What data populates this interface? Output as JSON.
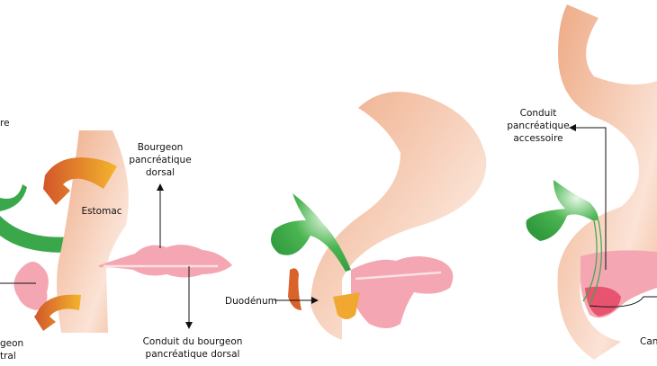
{
  "labels": {
    "left_top_partial": "re",
    "bourgeon_dorsal": [
      "Bourgeon",
      "pancréatique",
      "dorsal"
    ],
    "estomac": "Estomac",
    "conduit_dorsal": [
      "Conduit du bourgeon",
      "pancréatique dorsal"
    ],
    "left_bottom_partial": [
      "geon",
      "tral"
    ],
    "duodenum": "Duodénum",
    "conduit_accessoire": [
      "Conduit",
      "pancréatique",
      "accessoire"
    ],
    "right_bottom_partial": "Can"
  },
  "colors": {
    "stomach": "#f2b896",
    "pancreas": "#f4a7b3",
    "gallbladder": "#3aa84a",
    "arrow": "#e0742a"
  }
}
